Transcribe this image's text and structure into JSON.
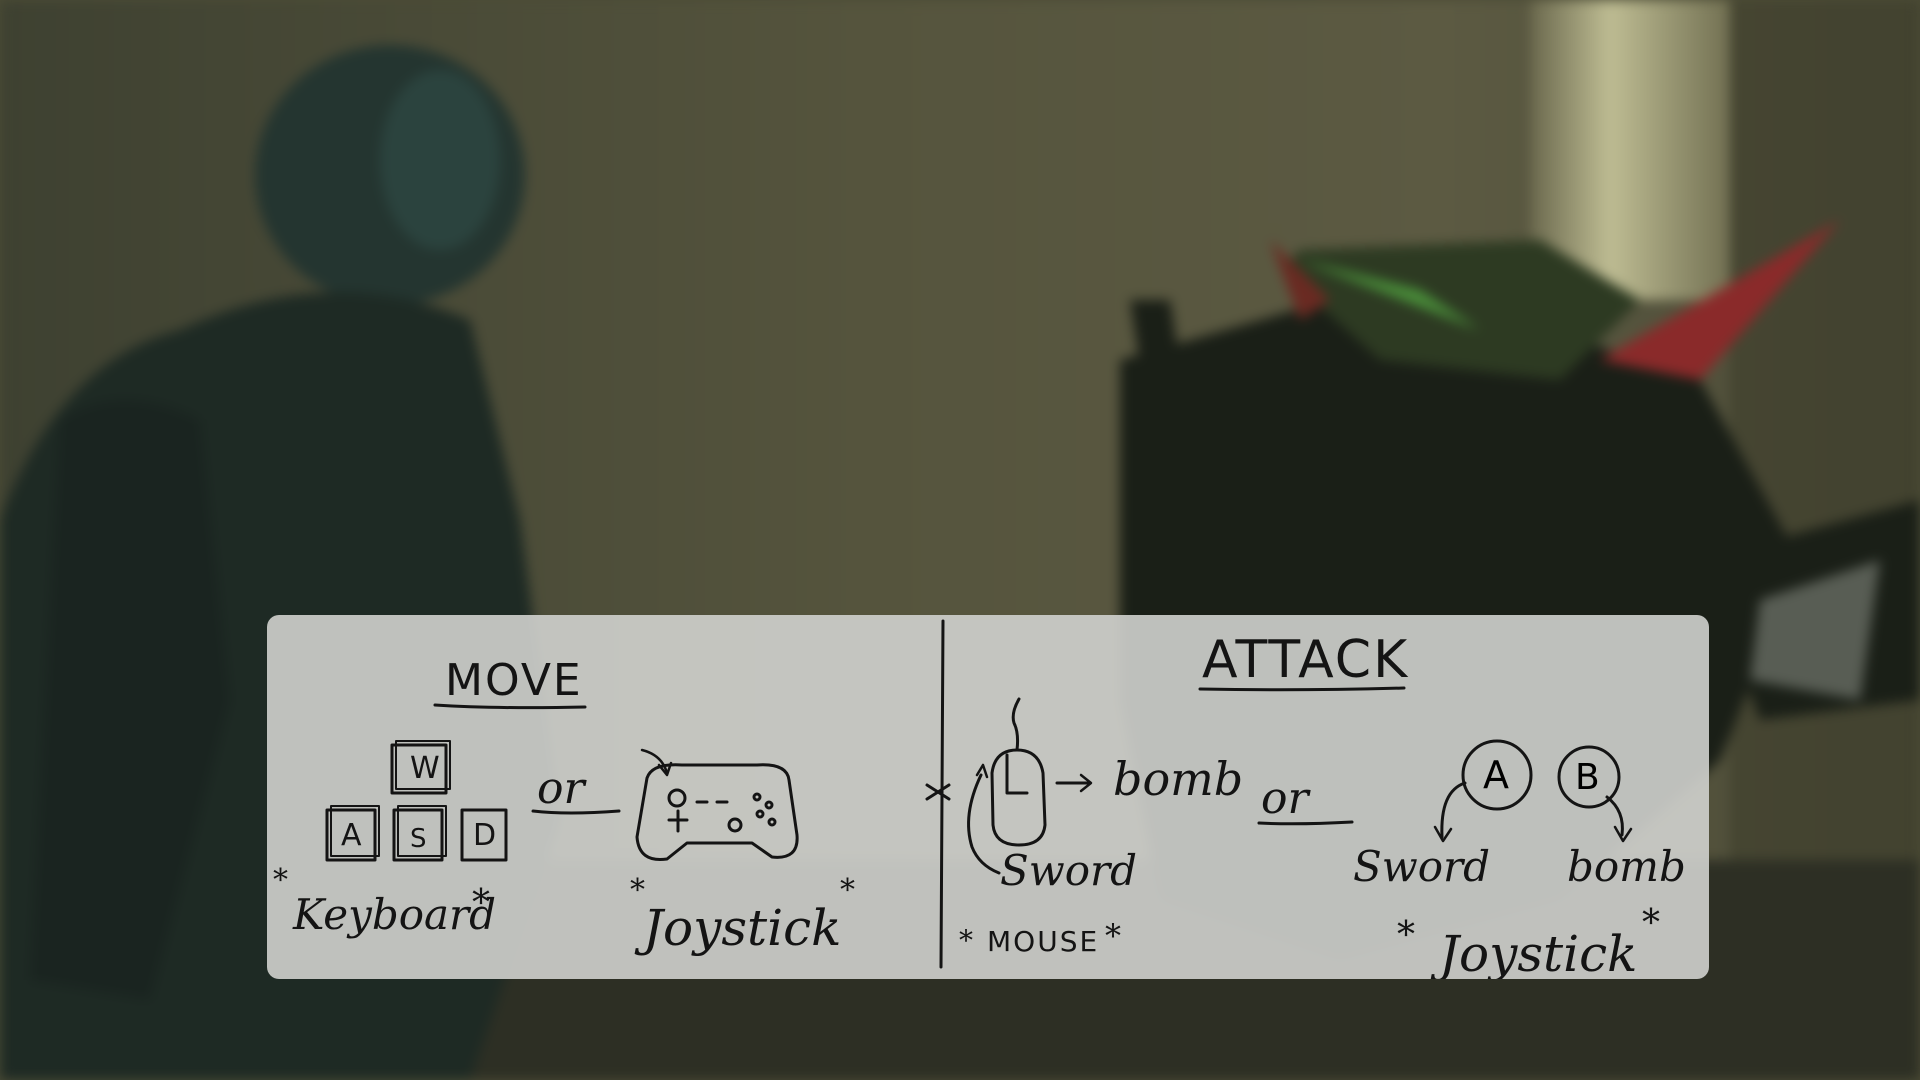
{
  "background": {
    "description_colors": {
      "wall": "#4c4c36",
      "light": "#d8d6a8",
      "enemy_accent": "#4a8f3a",
      "horn": "#8a2a2a"
    }
  },
  "controls_card": {
    "move": {
      "heading": "MOVE",
      "keys": [
        "W",
        "A",
        "S",
        "D"
      ],
      "keyboard_label": "Keyboard",
      "or_label": "or",
      "joystick_label": "Joystick",
      "star": "*"
    },
    "attack": {
      "heading": "ATTACK",
      "mouse_right_label": "bomb",
      "mouse_left_label": "Sword",
      "mouse_caption": "MOUSE",
      "or_label": "or",
      "button_a": "A",
      "button_b": "B",
      "a_label": "Sword",
      "b_label": "bomb",
      "joystick_label": "Joystick",
      "star": "*"
    }
  }
}
